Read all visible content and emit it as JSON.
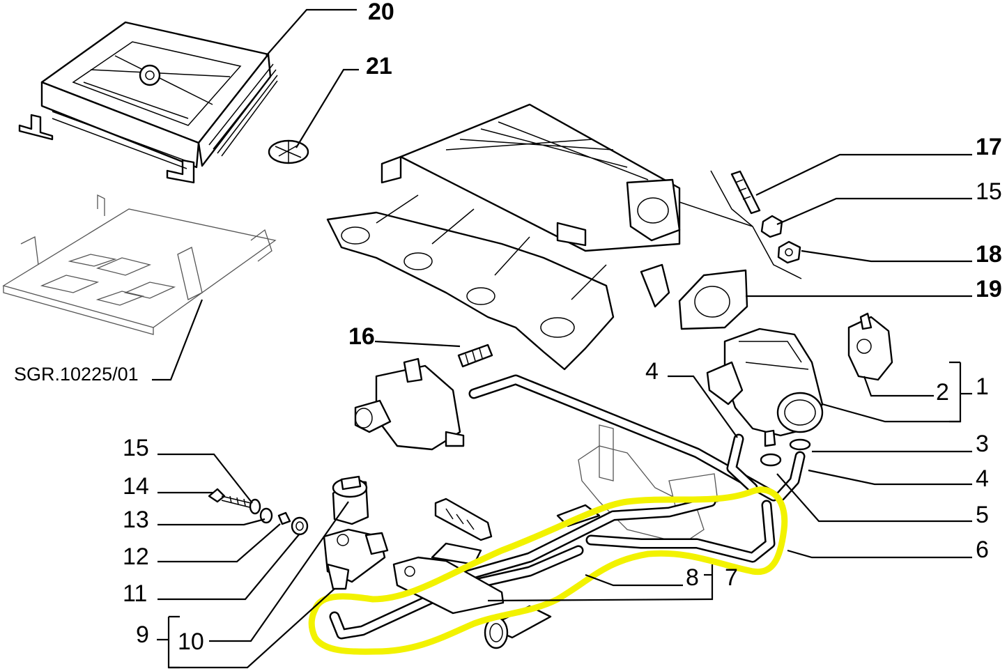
{
  "reference": "SGR.10225/01",
  "highlight_color": "#f2f200",
  "callouts": {
    "n1": "1",
    "n2": "2",
    "n3": "3",
    "n4a": "4",
    "n4b": "4",
    "n5": "5",
    "n6": "6",
    "n7": "7",
    "n8": "8",
    "n9": "9",
    "n10": "10",
    "n11": "11",
    "n12": "12",
    "n13": "13",
    "n14": "14",
    "n15a": "15",
    "n15b": "15",
    "n16": "16",
    "n17": "17",
    "n18": "18",
    "n19": "19",
    "n20": "20",
    "n21": "21"
  }
}
